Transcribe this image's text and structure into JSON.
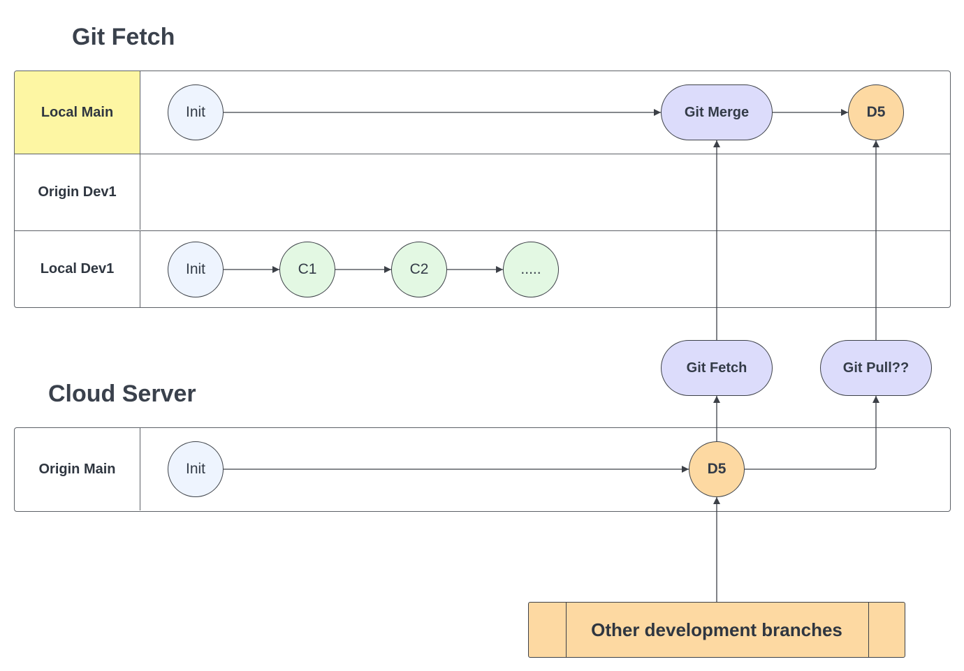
{
  "headings": {
    "local": "Git Fetch",
    "cloud": "Cloud Server"
  },
  "lanes": {
    "local_main": "Local Main",
    "origin_dev1": "Origin Dev1",
    "local_dev1": "Local Dev1",
    "origin_main": "Origin Main"
  },
  "nodes": {
    "local_main_init": "Init",
    "git_merge": "Git Merge",
    "local_main_d5": "D5",
    "local_dev1_init": "Init",
    "c1": "C1",
    "c2": "C2",
    "more": ".....",
    "git_fetch": "Git Fetch",
    "git_pull": "Git Pull??",
    "origin_main_init": "Init",
    "origin_main_d5": "D5"
  },
  "other_branches": "Other development branches",
  "colors": {
    "local_main_label_bg": "#fdf6a3",
    "init_fill": "#eef4fe",
    "commit_fill": "#e3f8e3",
    "d5_fill": "#fdd9a2",
    "operation_fill": "#dcdcfb",
    "line": "#3c4047"
  }
}
